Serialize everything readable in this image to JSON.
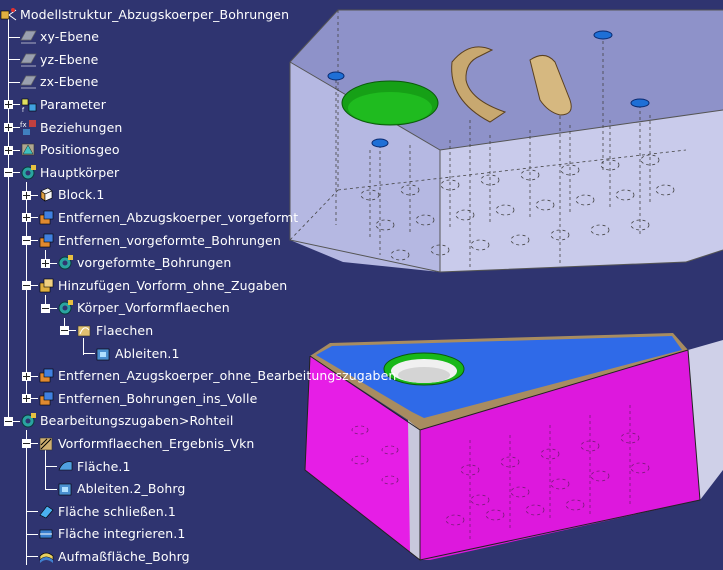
{
  "tree": {
    "items": [
      {
        "label": "Modellstruktur_Abzugskoerper_Bohrungen",
        "icon": "model-structure-icon"
      },
      {
        "label": "xy-Ebene",
        "icon": "plane-icon"
      },
      {
        "label": "yz-Ebene",
        "icon": "plane-icon"
      },
      {
        "label": "zx-Ebene",
        "icon": "plane-icon"
      },
      {
        "label": "Parameter",
        "icon": "parameter-icon"
      },
      {
        "label": "Beziehungen",
        "icon": "relations-icon"
      },
      {
        "label": "Positionsgeo",
        "icon": "geometrical-set-icon"
      },
      {
        "label": "Hauptkörper",
        "icon": "body-gear-icon"
      },
      {
        "label": "Block.1",
        "icon": "pad-icon"
      },
      {
        "label": "Entfernen_Abzugskoerper_vorgeformt",
        "icon": "remove-icon"
      },
      {
        "label": "Entfernen_vorgeformte_Bohrungen",
        "icon": "remove-icon"
      },
      {
        "label": "vorgeformte_Bohrungen",
        "icon": "body-gear-icon"
      },
      {
        "label": "Hinzufügen_Vorform_ohne_Zugaben",
        "icon": "add-icon"
      },
      {
        "label": "Körper_Vorformflaechen",
        "icon": "body-gear-icon"
      },
      {
        "label": "Flaechen",
        "icon": "surface-set-icon"
      },
      {
        "label": "Ableiten.1",
        "icon": "extract-icon"
      },
      {
        "label": "Entfernen_Azugskoerper_ohne_Bearbeitungszugaben",
        "icon": "remove-icon"
      },
      {
        "label": "Entfernen_Bohrungen_ins_Volle",
        "icon": "remove-icon"
      },
      {
        "label": "Bearbeitungszugaben>Rohteil",
        "icon": "body-gear-icon"
      },
      {
        "label": "Vorformflaechen_Ergebnis_Vkn",
        "icon": "result-surface-icon"
      },
      {
        "label": "Fläche.1",
        "icon": "face-icon"
      },
      {
        "label": "Ableiten.2_Bohrg",
        "icon": "extract-icon"
      },
      {
        "label": "Fläche schließen.1",
        "icon": "close-surface-icon"
      },
      {
        "label": "Fläche integrieren.1",
        "icon": "sew-surface-icon"
      },
      {
        "label": "Aufmaßfläche_Bohrg",
        "icon": "thick-surface-icon"
      }
    ]
  },
  "colors": {
    "background": "#2f3470",
    "top_block": "#b8bbe3",
    "bottom_block_side": "#e61ee6",
    "bottom_block_top": "#2e69e8",
    "hole_green": "#18a018",
    "pocket_tan": "#c8a870"
  }
}
